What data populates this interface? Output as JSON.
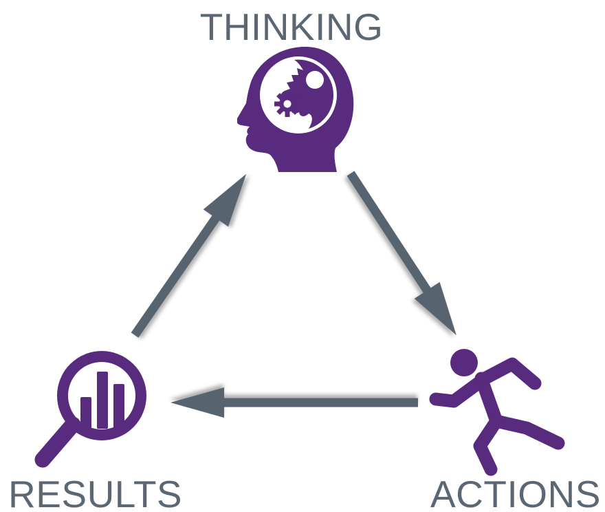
{
  "diagram": {
    "type": "cycle",
    "nodes": [
      {
        "id": "thinking",
        "label": "THINKING",
        "icon": "thinking-head-gears-icon",
        "position": "top-center"
      },
      {
        "id": "actions",
        "label": "ACTIONS",
        "icon": "running-person-icon",
        "position": "bottom-right"
      },
      {
        "id": "results",
        "label": "RESULTS",
        "icon": "magnifying-glass-chart-icon",
        "position": "bottom-left"
      }
    ],
    "arrows": [
      {
        "from": "thinking",
        "to": "actions",
        "direction": "down-right"
      },
      {
        "from": "actions",
        "to": "results",
        "direction": "left"
      },
      {
        "from": "results",
        "to": "thinking",
        "direction": "up-right"
      }
    ],
    "colors": {
      "icon_purple": "#582b7f",
      "arrow_slate": "#57636F",
      "label_text": "#5B6874",
      "background": "#ffffff"
    }
  }
}
